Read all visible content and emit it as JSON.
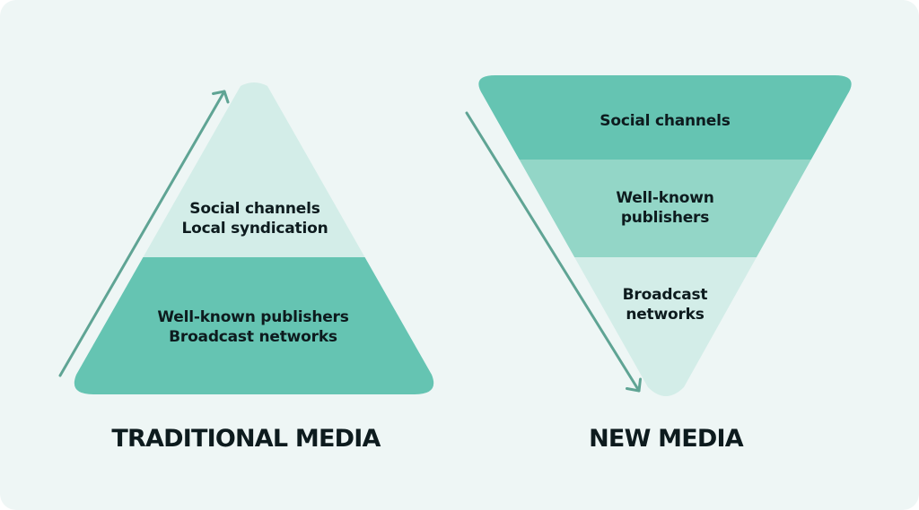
{
  "traditional": {
    "title": "TRADITIONAL MEDIA",
    "tiers": [
      {
        "lines": [
          "Social channels",
          "Local syndication"
        ]
      },
      {
        "lines": [
          "Well-known publishers",
          "Broadcast networks"
        ]
      }
    ]
  },
  "new": {
    "title": "NEW MEDIA",
    "tiers": [
      {
        "lines": [
          "Social channels"
        ]
      },
      {
        "lines": [
          "Well-known",
          "publishers"
        ]
      },
      {
        "lines": [
          "Broadcast",
          "networks"
        ]
      }
    ]
  },
  "colors": {
    "background": "#eef6f5",
    "light": "#d3ede8",
    "medium": "#93d6c7",
    "dark": "#65c4b2",
    "arrow": "#5fa494",
    "text": "#0d1b1e"
  }
}
